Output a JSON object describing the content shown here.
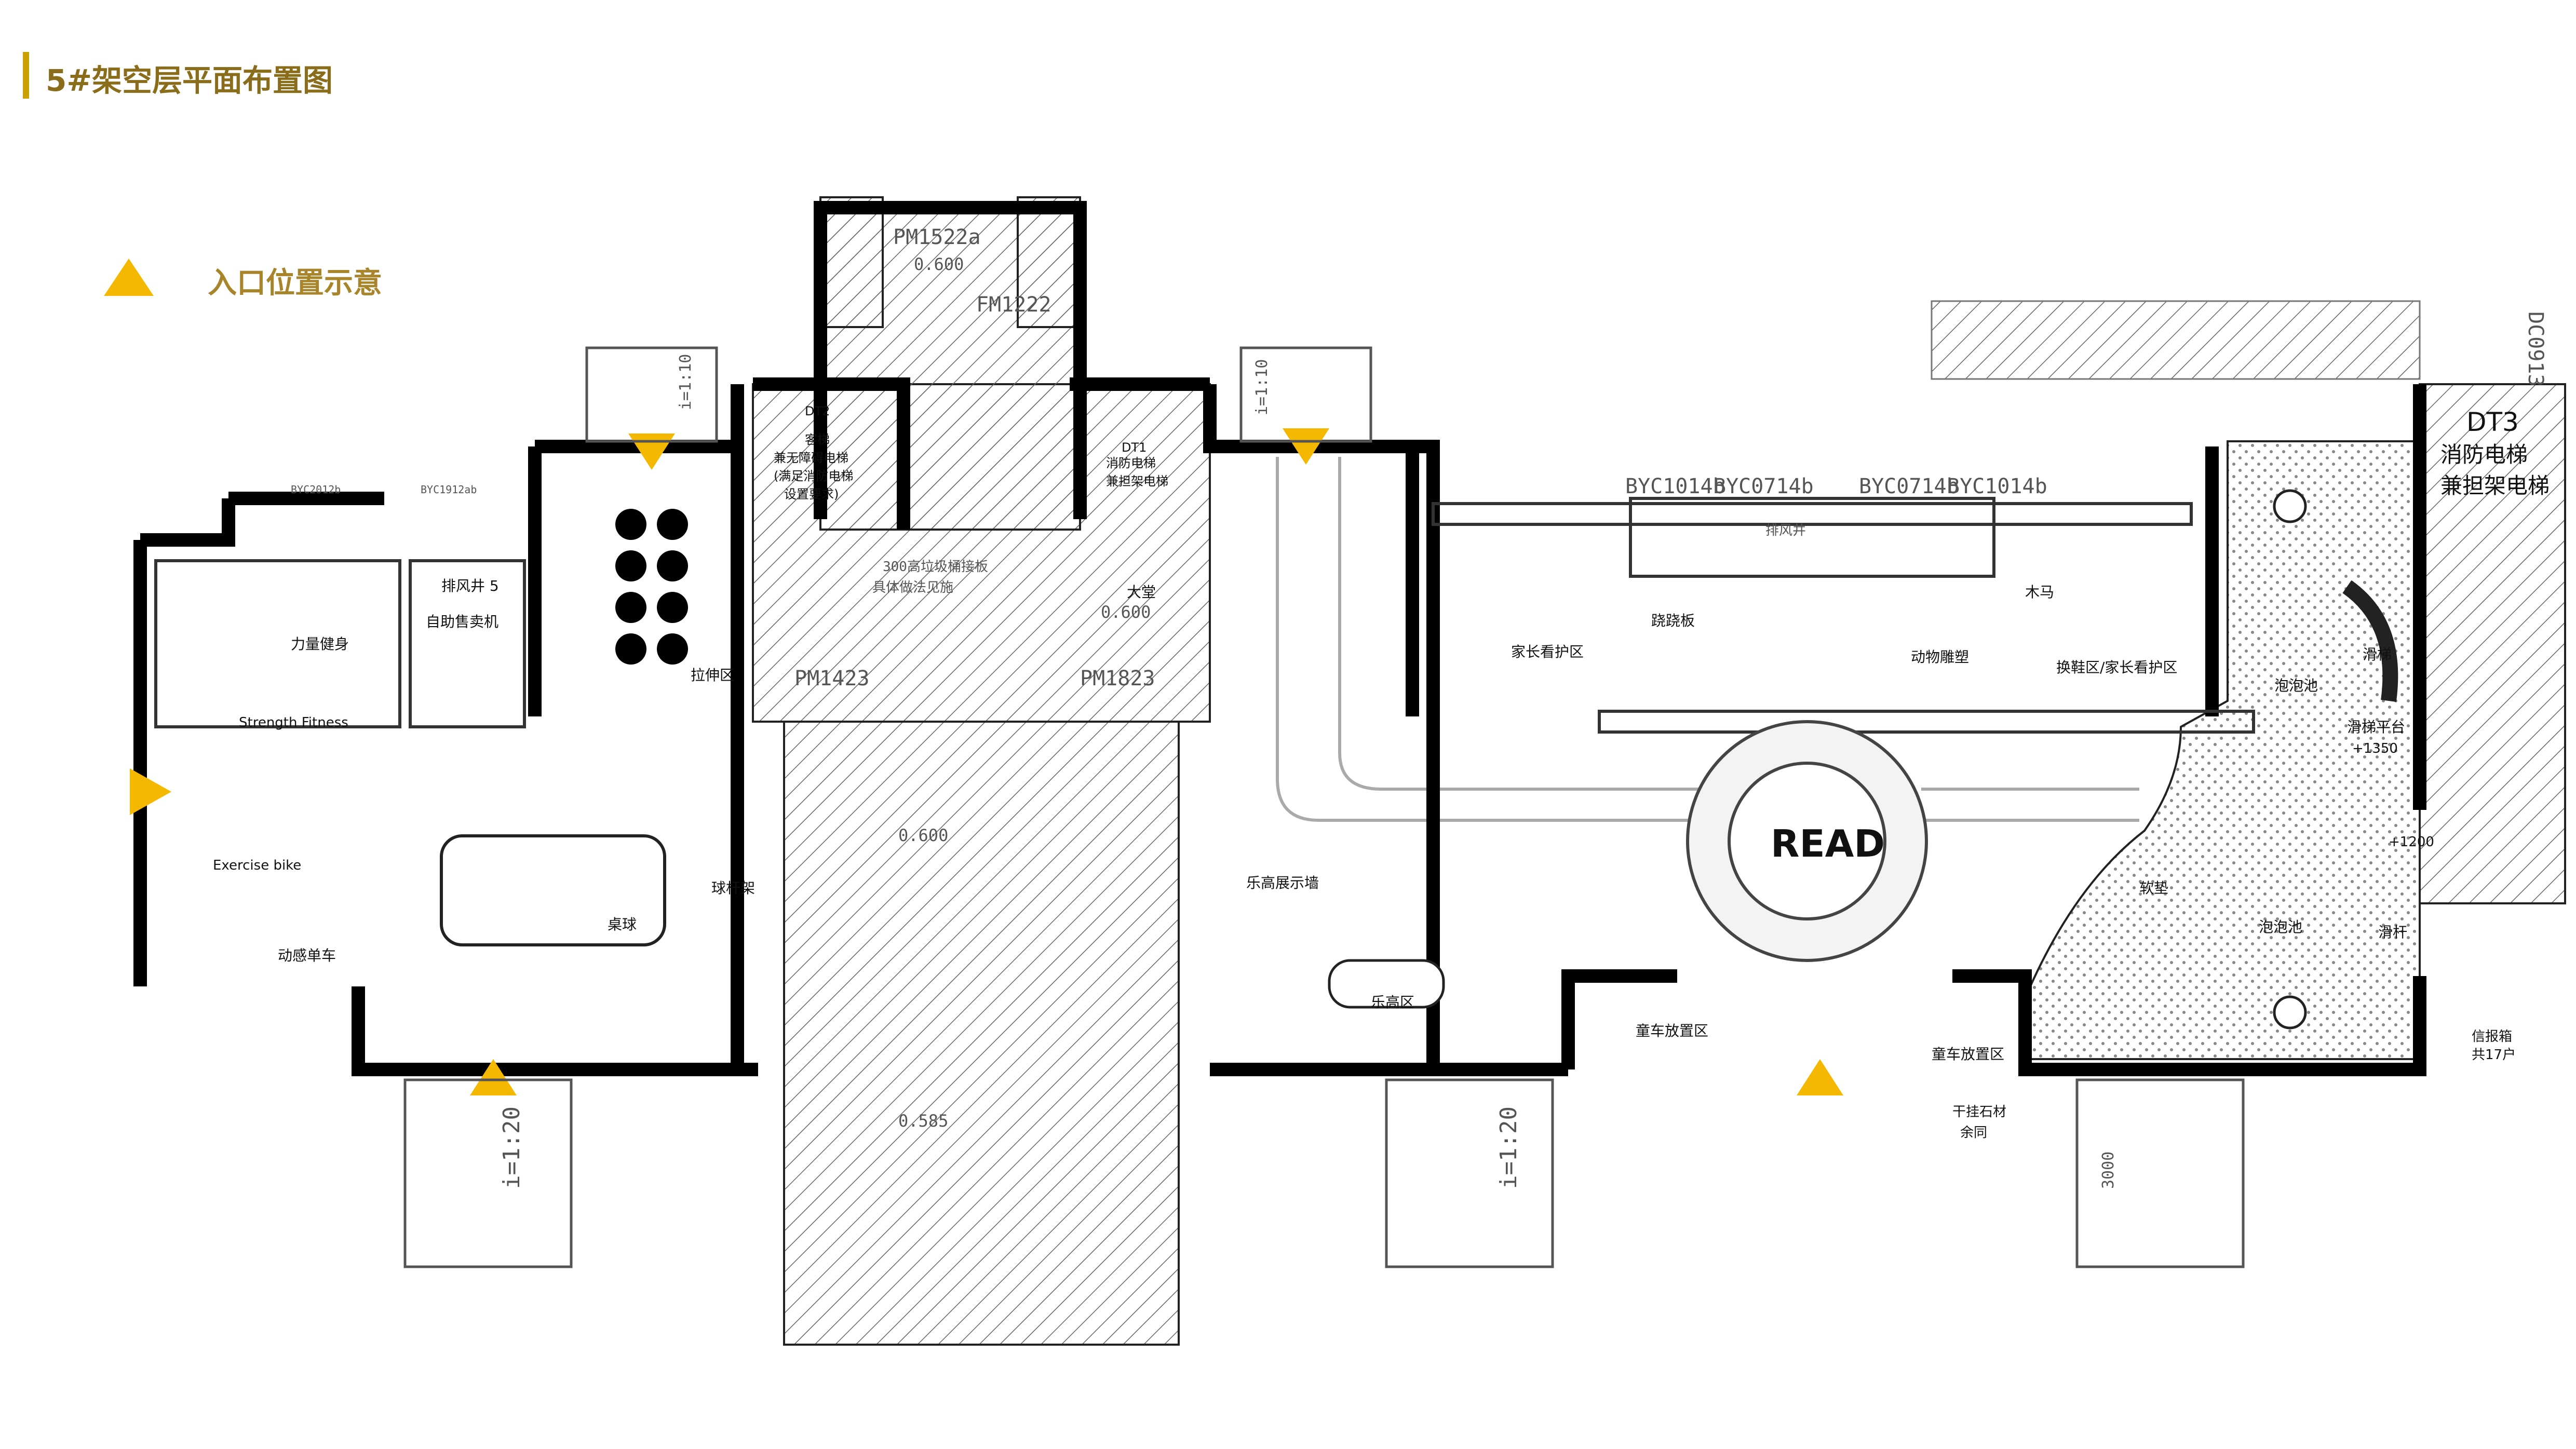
{
  "title": "5#架空层平面布置图",
  "legend": {
    "label": "入口位置示意"
  },
  "colors": {
    "accent": "#f5b800",
    "title": "#8a6d1a",
    "wall": "#000000",
    "hatch": "#555555",
    "floor": "#f2f2f2"
  },
  "rooms": {
    "fitness_cn": "力量健身",
    "fitness_en": "Strength Fitness",
    "bike_en": "Exercise bike",
    "bike_cn": "动感单车",
    "vending": "自助售卖机",
    "shaft": "排风井 5",
    "stretch": "拉伸区",
    "cue_rack": "球杆架",
    "billiard": "桌球",
    "lobby": "大堂",
    "lego_wall": "乐高展示墙",
    "lego_area": "乐高区",
    "stroller_left": "童车放置区",
    "stroller_right": "童车放置区",
    "parent_left": "家长看护区",
    "parent_right": "换鞋区/家长看护区",
    "balance": "跷跷板",
    "animal": "动物雕塑",
    "horse": "木马",
    "read": "READ",
    "soft_mat": "软垫",
    "bubble_top": "泡泡池",
    "bubble_bottom": "泡泡池",
    "slide": "滑梯",
    "slide_platform": "滑梯平台",
    "slide_level": "+1350",
    "level_1200": "+1200",
    "pole": "滑杆",
    "mailbox_1": "信报箱",
    "mailbox_2": "共17户",
    "stone_1": "干挂石材",
    "stone_2": "余同"
  },
  "elevators": {
    "dt2_code": "DT2",
    "dt2_name": "客梯",
    "dt2_line1": "兼无障碍电梯",
    "dt2_line2": "(满足消防电梯",
    "dt2_line3": "设置要求)",
    "dt1_code": "DT1",
    "dt1_name": "消防电梯",
    "dt1_line1": "兼担架电梯",
    "dt3_code": "DT3",
    "dt3_line1": "消防电梯",
    "dt3_line2": "兼担架电梯"
  },
  "codes": {
    "byc2012b": "BYC2012b",
    "byc1912ab": "BYC1912ab",
    "pm1522a": "PM1522a",
    "fm1222": "FM1222",
    "pm1423": "PM1423",
    "pm1823": "PM1823",
    "byc1014b_a": "BYC1014b",
    "byc0714b_a": "BYC0714b",
    "byc0714b_b": "BYC0714b",
    "byc1014b_b": "BYC1014b",
    "dc0913": "DC0913",
    "elev_0600_a": "0.600",
    "elev_0600_b": "0.600",
    "elev_0600_c": "0.600",
    "elev_0585": "0.585",
    "slope_a": "i=1:20",
    "slope_b": "i=1:20",
    "slope_c": "i=1:10",
    "slope_d": "i=1:10",
    "dim_3000": "3000",
    "bin_note": "300高垃圾桶接板",
    "fuse_note": "具体做法见施",
    "shaft_note": "排风井"
  }
}
